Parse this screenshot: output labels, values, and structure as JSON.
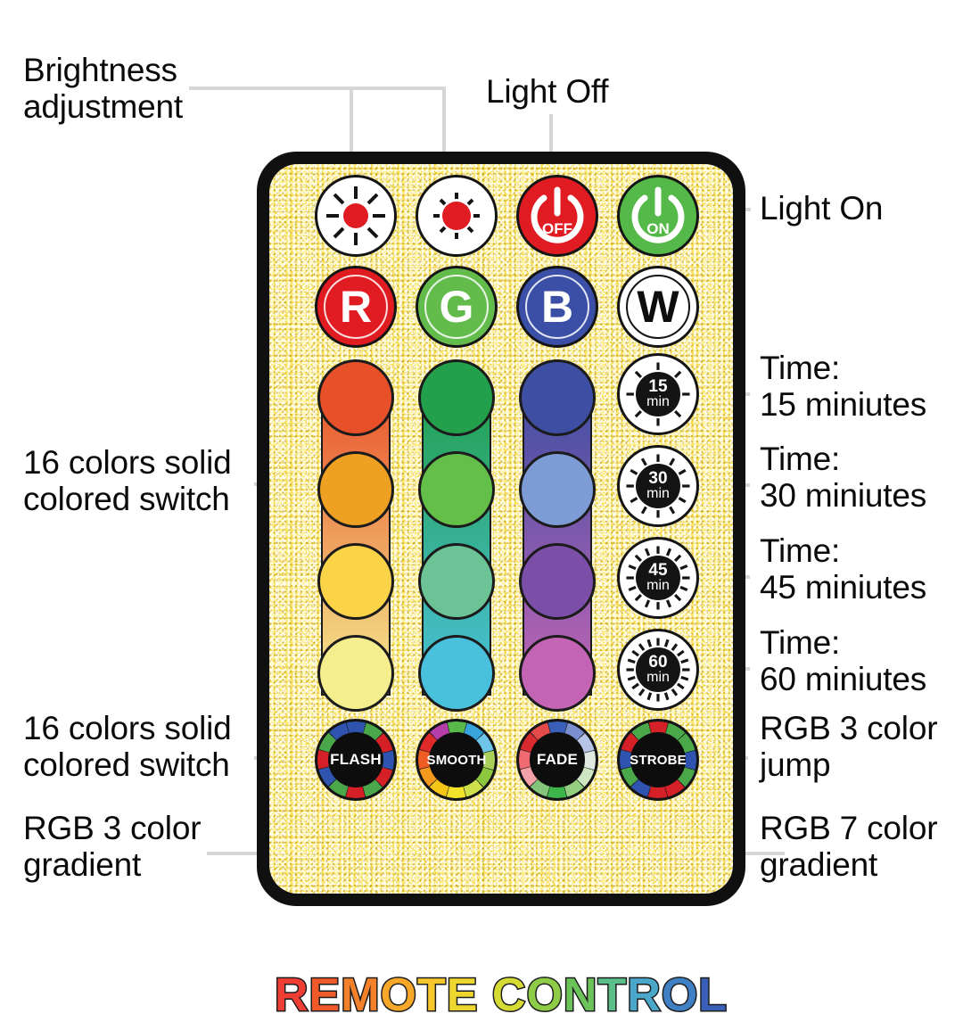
{
  "product": {
    "brand_text": "REMOTE CONTROL",
    "brand_letter_colors": [
      "#ef3f35",
      "#f05a2a",
      "#f4812a",
      "#f7a829",
      "#f6c62b",
      "#edd72f",
      "#d6db33",
      "#8ecb46",
      "#6bc35a",
      "#5bbf8a",
      "#4aa7c9",
      "#3f7fc4",
      "#3a5fb8",
      "#6d5bb0",
      "#8a62b4",
      "#a76bbb"
    ]
  },
  "labels": {
    "brightness": "Brightness\nadjustment",
    "light_off": "Light Off",
    "light_on": "Light On",
    "colors_switch_top": "16 colors solid\ncolored switch",
    "colors_switch_bottom": "16 colors solid\ncolored switch",
    "rgb3_gradient": "RGB 3 color\ngradient",
    "rgb3_jump": "RGB 3 color\njump",
    "rgb7_gradient": "RGB 7 color\ngradient",
    "time15": "Time:\n15 miniutes",
    "time30": "Time:\n30 miniutes",
    "time45": "Time:\n45 miniutes",
    "time60": "Time:\n60 miniutes"
  },
  "buttons": {
    "brightness_up": {
      "name": "brightness-up",
      "icon": "sun-bright-icon"
    },
    "brightness_down": {
      "name": "brightness-down",
      "icon": "sun-dim-icon"
    },
    "power_off": {
      "label": "OFF",
      "color": "#e01b22"
    },
    "power_on": {
      "label": "ON",
      "color": "#54b948"
    },
    "rgbw": [
      {
        "letter": "R",
        "bg": "#e01b22",
        "fg": "#ffffff"
      },
      {
        "letter": "G",
        "bg": "#63bb4c",
        "fg": "#ffffff"
      },
      {
        "letter": "B",
        "bg": "#3a4fa5",
        "fg": "#ffffff"
      },
      {
        "letter": "W",
        "bg": "#ffffff",
        "fg": "#0d0d0d"
      }
    ],
    "timers": [
      {
        "value": "15",
        "unit": "min",
        "ticks": 8
      },
      {
        "value": "30",
        "unit": "min",
        "ticks": 12
      },
      {
        "value": "45",
        "unit": "min",
        "ticks": 16
      },
      {
        "value": "60",
        "unit": "min",
        "ticks": 20
      }
    ],
    "modes": [
      {
        "label": "FLASH",
        "segments": [
          "#2f54b0",
          "#4aa84a",
          "#d52027",
          "#2f54b0",
          "#d52027",
          "#4aa84a",
          "#d52027",
          "#4aa84a",
          "#2f54b0",
          "#d52027",
          "#4aa84a",
          "#2f54b0"
        ]
      },
      {
        "label": "SMOOTH",
        "segments": [
          "#58b84a",
          "#37a5db",
          "#6fc5e8",
          "#a9d05a",
          "#8dc63f",
          "#cfe04a",
          "#f2e32a",
          "#f5c518",
          "#f39a1e",
          "#ef5d24",
          "#e02a2a",
          "#b53da8"
        ]
      },
      {
        "label": "FADE",
        "segments": [
          "#3a5fb8",
          "#7b8fd0",
          "#b7c4e6",
          "#dfe9e2",
          "#cfe6c2",
          "#93cf7e",
          "#3cb54a",
          "#84c47b",
          "#f4a0a8",
          "#f06a74",
          "#d92b2f",
          "#e44a4a"
        ]
      },
      {
        "label": "STROBE",
        "segments": [
          "#d52027",
          "#4aa84a",
          "#4aa84a",
          "#2f54b0",
          "#4aa84a",
          "#d52027",
          "#d52027",
          "#2f54b0",
          "#4aa84a",
          "#2f54b0",
          "#d52027",
          "#4aa84a"
        ]
      }
    ]
  },
  "color_grid": {
    "columns": [
      {
        "name": "warm",
        "gradient": [
          "#e8502a",
          "#f5ec90"
        ],
        "swatches": [
          "#e8502a",
          "#eda021",
          "#fbd347",
          "#f5ee8e"
        ]
      },
      {
        "name": "green",
        "gradient": [
          "#22a04b",
          "#4ac1dc"
        ],
        "swatches": [
          "#22a04b",
          "#63bf47",
          "#6cc396",
          "#4ac1dc"
        ]
      },
      {
        "name": "blue",
        "gradient": [
          "#3d4ea3",
          "#c364b4"
        ],
        "swatches": [
          "#3d4ea3",
          "#7d9bd4",
          "#7b4fa8",
          "#c364b4"
        ]
      }
    ]
  },
  "style": {
    "leader_color": "#d6d6d6",
    "body_color": "#111010",
    "face_gold": "#f5d623"
  }
}
